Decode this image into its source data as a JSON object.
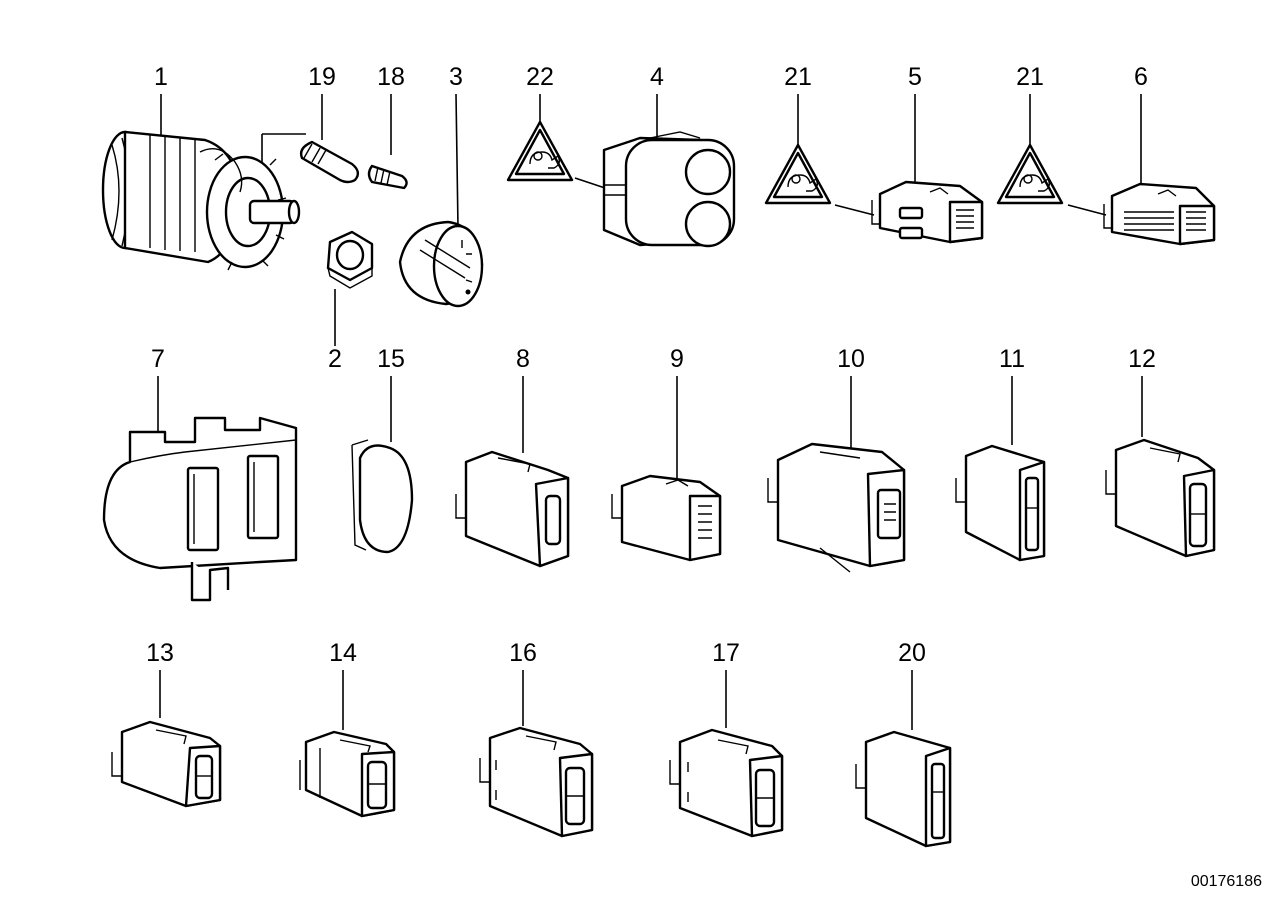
{
  "diagram": {
    "reference_code": "00176186",
    "part_numbers": {
      "p1": "1",
      "p19": "19",
      "p18": "18",
      "p3": "3",
      "p22": "22",
      "p4": "4",
      "p21a": "21",
      "p5": "5",
      "p21b": "21",
      "p6": "6",
      "p2": "2",
      "p7": "7",
      "p15": "15",
      "p8": "8",
      "p9": "9",
      "p10": "10",
      "p11": "11",
      "p12": "12",
      "p13": "13",
      "p14": "14",
      "p16": "16",
      "p17": "17",
      "p20": "20"
    },
    "icons": {
      "warning": "warning-triangle-child-icon"
    }
  }
}
